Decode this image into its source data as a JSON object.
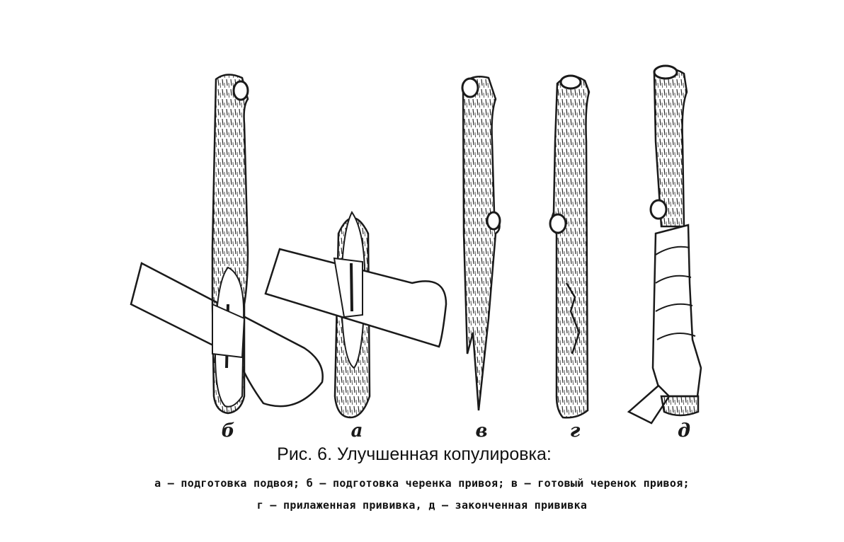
{
  "panel_labels": {
    "b": "б",
    "a": "а",
    "v": "в",
    "g": "г",
    "d": "д"
  },
  "caption": {
    "title": "Рис. 6. Улучшенная копулировка:",
    "line1": "а — подготовка подвоя; б — подготовка черенка привоя; в — готовый черенок привоя;",
    "line2": "г — прилаженная прививка, д — законченная прививка"
  },
  "colors": {
    "ink": "#1a1a1a",
    "paper": "#ffffff"
  }
}
